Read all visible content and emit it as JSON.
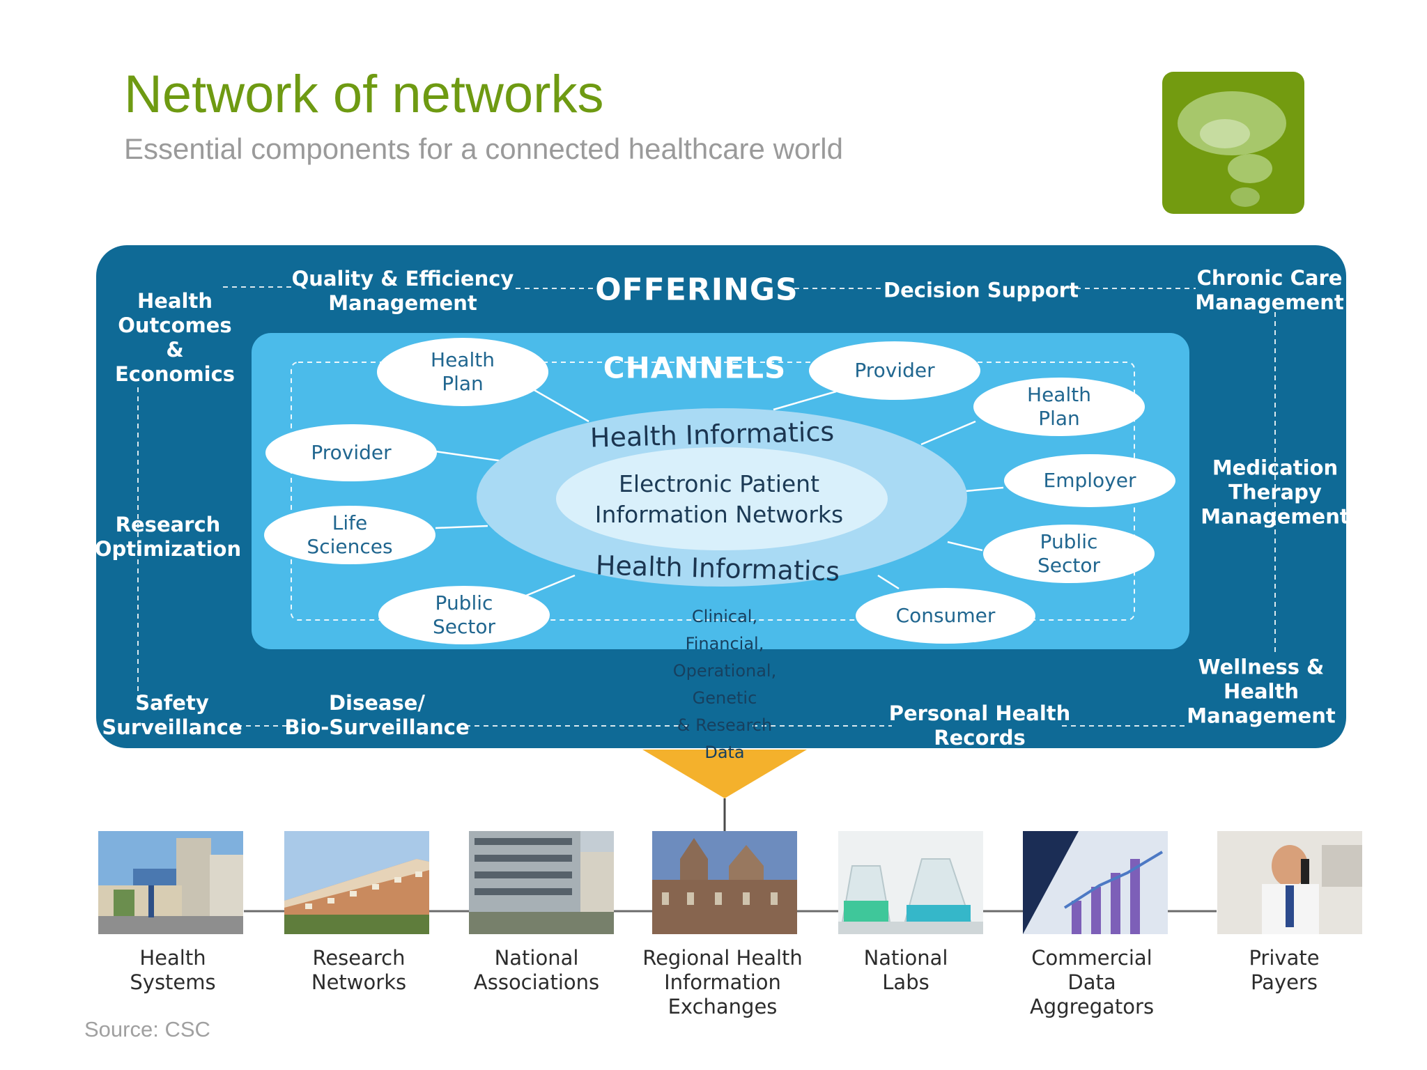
{
  "header": {
    "title": "Network of networks",
    "subtitle": "Essential components for a connected healthcare world"
  },
  "offerings": {
    "heading": "OFFERINGS",
    "items": [
      "Health\nOutcomes\n&\nEconomics",
      "Quality & Efficiency\nManagement",
      "Decision Support",
      "Chronic Care\nManagement",
      "Research\nOptimization",
      "Medication\nTherapy\nManagement",
      "Safety\nSurveillance",
      "Disease/\nBio-Surveillance",
      "Personal Health\nRecords",
      "Wellness &\nHealth\nManagement"
    ]
  },
  "channels": {
    "heading": "CHANNELS",
    "items": [
      "Health\nPlan",
      "Provider",
      "Life\nSciences",
      "Public\nSector",
      "Provider",
      "Health\nPlan",
      "Employer",
      "Public\nSector",
      "Consumer"
    ]
  },
  "core": {
    "arc_top": "Health Informatics",
    "arc_bottom": "Health Informatics",
    "center": "Electronic Patient\nInformation Networks"
  },
  "data_flow": {
    "label": "Clinical,\nFinancial,\nOperational,\nGenetic\n& Research\nData"
  },
  "networks": [
    "Health\nSystems",
    "Research\nNetworks",
    "National\nAssociations",
    "Regional Health\nInformation\nExchanges",
    "National\nLabs",
    "Commercial\nData\nAggregators",
    "Private\nPayers"
  ],
  "source": "Source: CSC",
  "colors": {
    "title_green": "#6e9a12",
    "offerings_blue": "#0f6a96",
    "channels_blue": "#4bbbea",
    "core_ring": "#a9daf4",
    "core_center": "#d9f0fb",
    "data_funnel": "#f4b12c"
  }
}
